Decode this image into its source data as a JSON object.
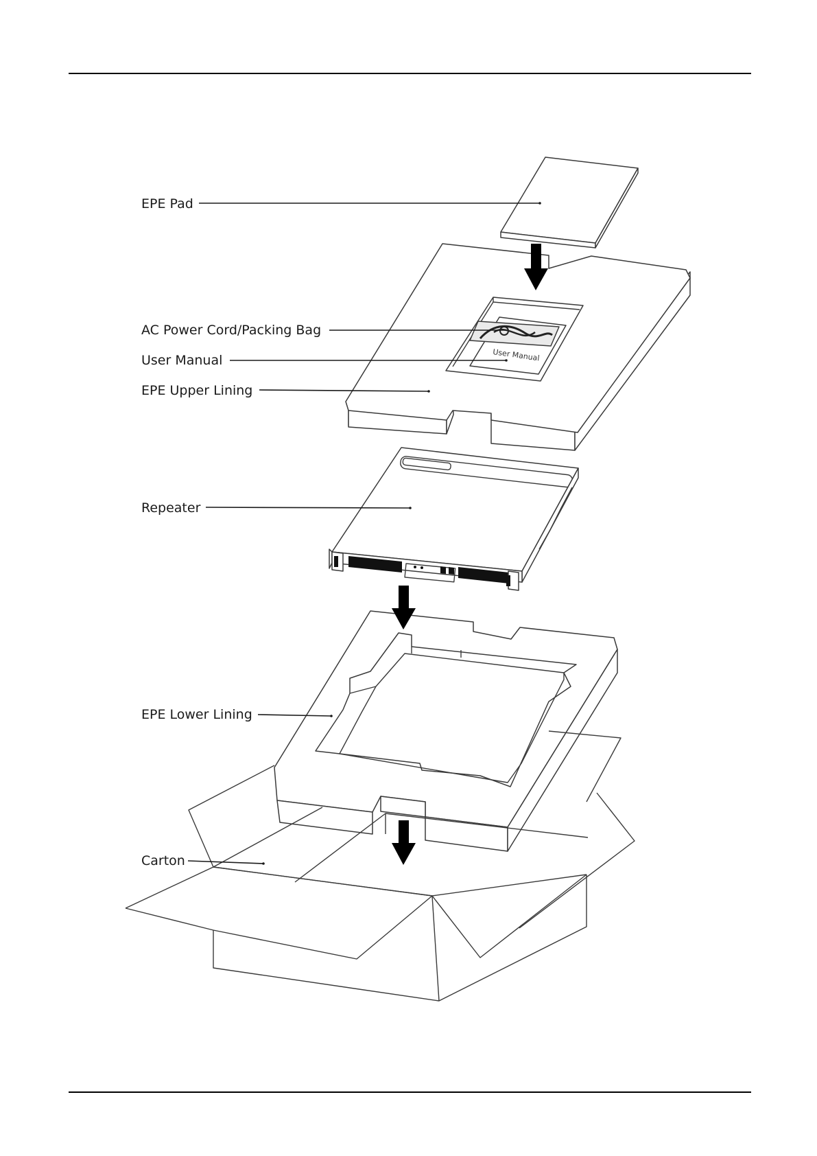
{
  "labels": {
    "epe_pad": "EPE Pad",
    "ac_power_cord": "AC Power Cord/Packing Bag",
    "user_manual": "User Manual",
    "epe_upper_lining": "EPE Upper Lining",
    "repeater": "Repeater",
    "epe_lower_lining": "EPE Lower Lining",
    "carton": "Carton"
  },
  "manual_cover_text": "User Manual"
}
